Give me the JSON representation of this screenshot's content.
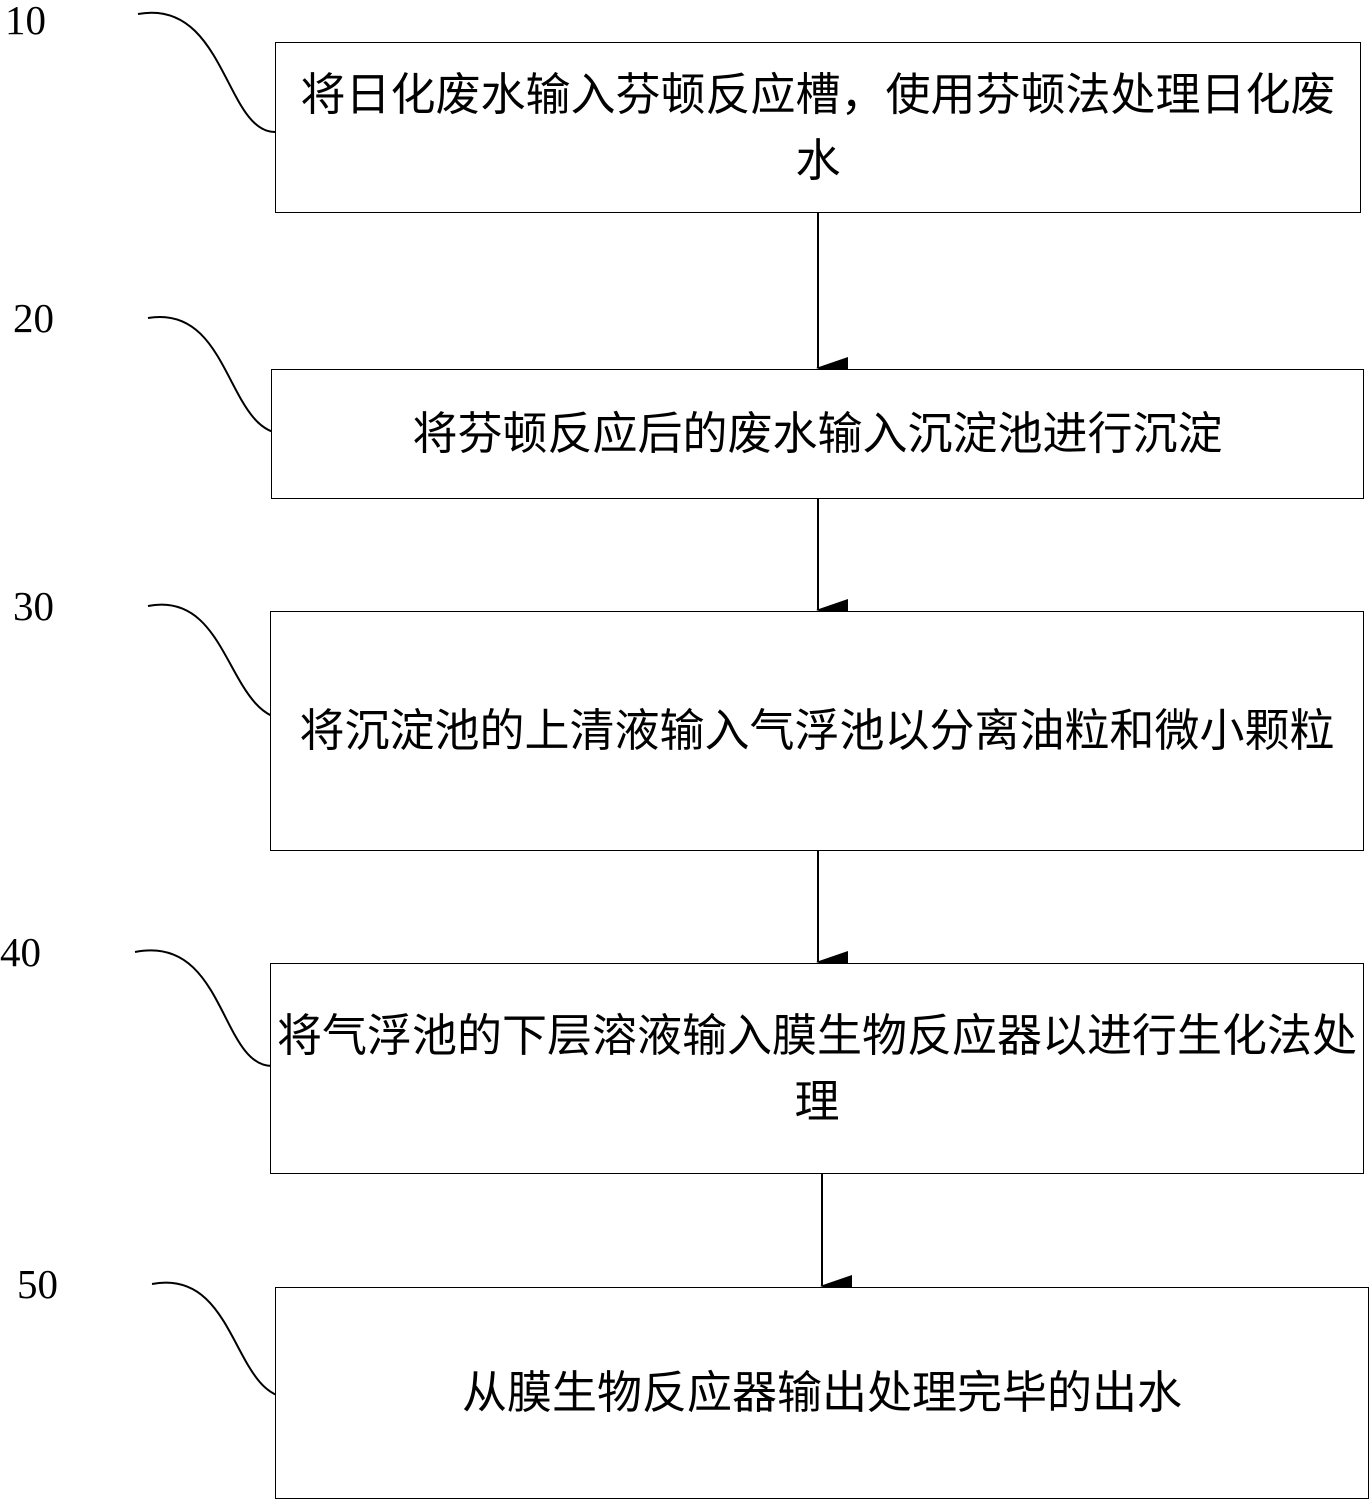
{
  "steps": [
    {
      "number": "10",
      "text": "将日化废水输入芬顿反应槽，使用芬顿法处理日化废水"
    },
    {
      "number": "20",
      "text": "将芬顿反应后的废水输入沉淀池进行沉淀"
    },
    {
      "number": "30",
      "text": "将沉淀池的上清液输入气浮池以分离油粒和微小颗粒"
    },
    {
      "number": "40",
      "text": "将气浮池的下层溶液输入膜生物反应器以进行生化法处理"
    },
    {
      "number": "50",
      "text": "从膜生物反应器输出处理完毕的出水"
    }
  ]
}
